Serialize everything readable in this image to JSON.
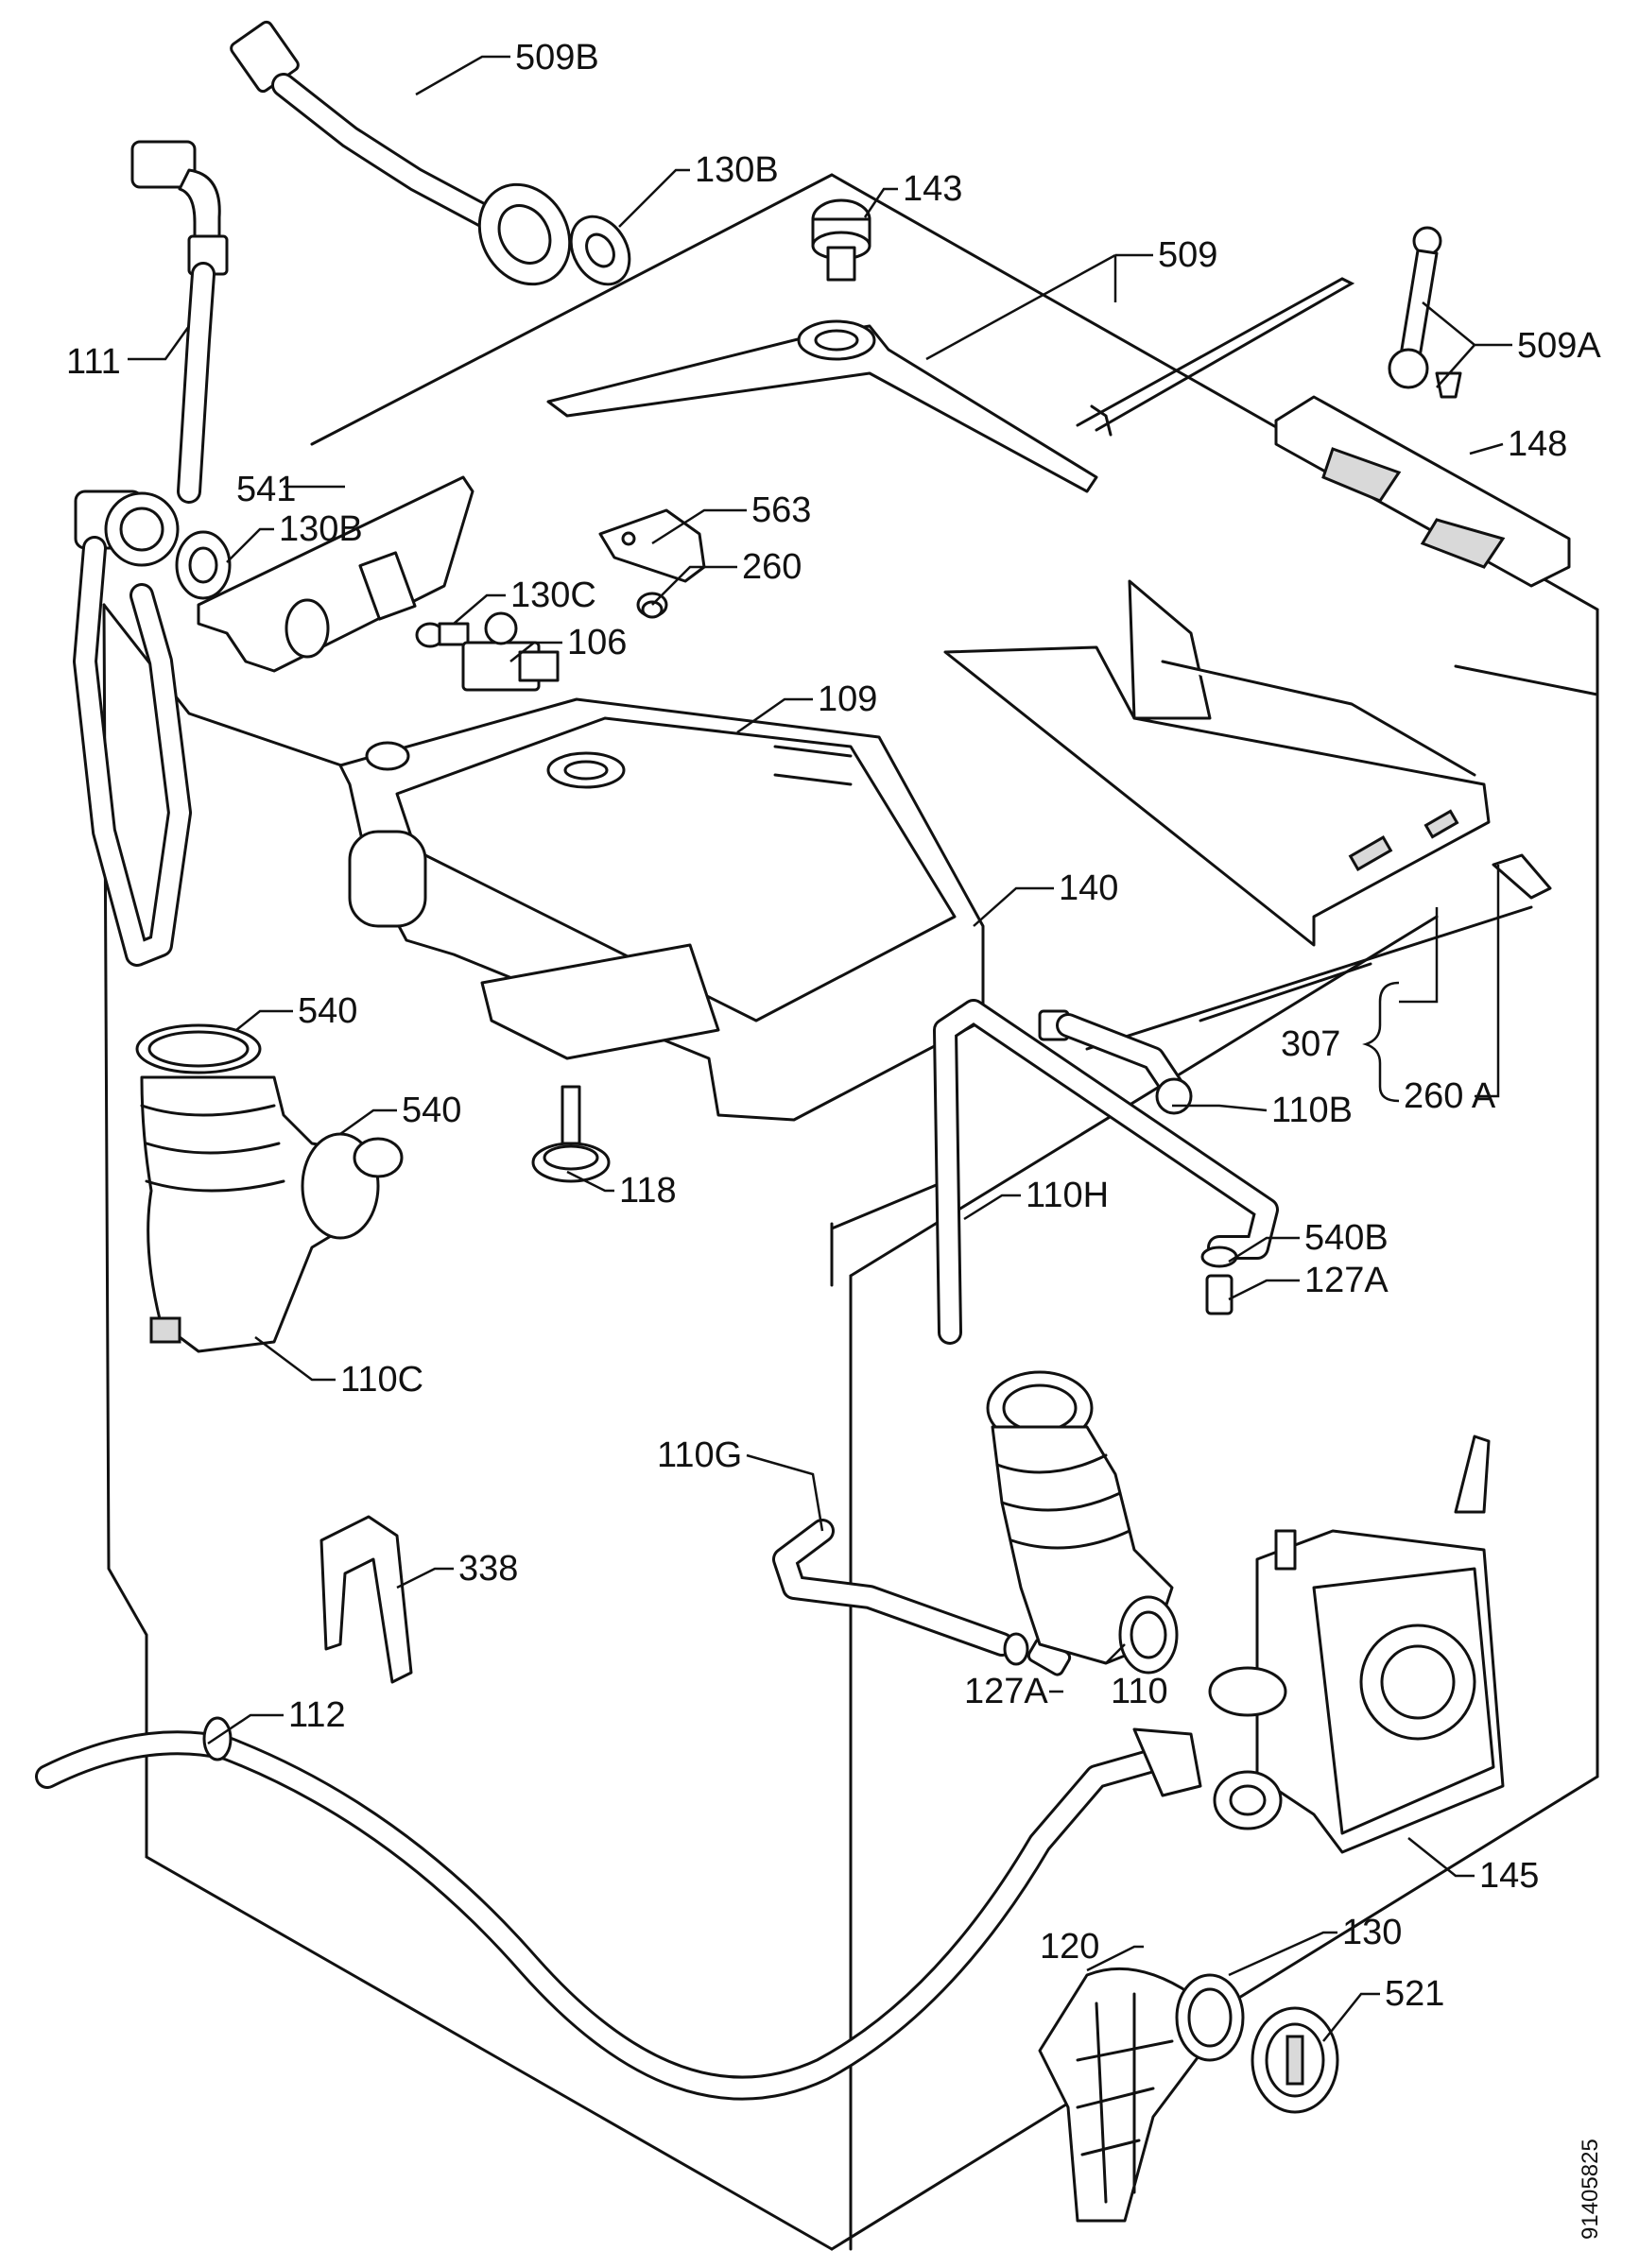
{
  "labels": {
    "l509B": "509B",
    "l130B_top": "130B",
    "l143": "143",
    "l509": "509",
    "l509A": "509A",
    "l111": "111",
    "l541": "541",
    "l130B_mid": "130B",
    "l563": "563",
    "l260": "260",
    "l130C": "130C",
    "l106": "106",
    "l148": "148",
    "l109": "109",
    "l140": "140",
    "l540_a": "540",
    "l540_b": "540",
    "l307": "307",
    "l260A": "260 A",
    "l110B": "110B",
    "l118": "118",
    "l110H": "110H",
    "l540B": "540B",
    "l127A_right": "127A",
    "l110C": "110C",
    "l110G": "110G",
    "l338": "338",
    "l127A_mid": "127A",
    "l110": "110",
    "l112": "112",
    "l145": "145",
    "l130": "130",
    "l120": "120",
    "l521": "521"
  },
  "doc_id": "91405825"
}
